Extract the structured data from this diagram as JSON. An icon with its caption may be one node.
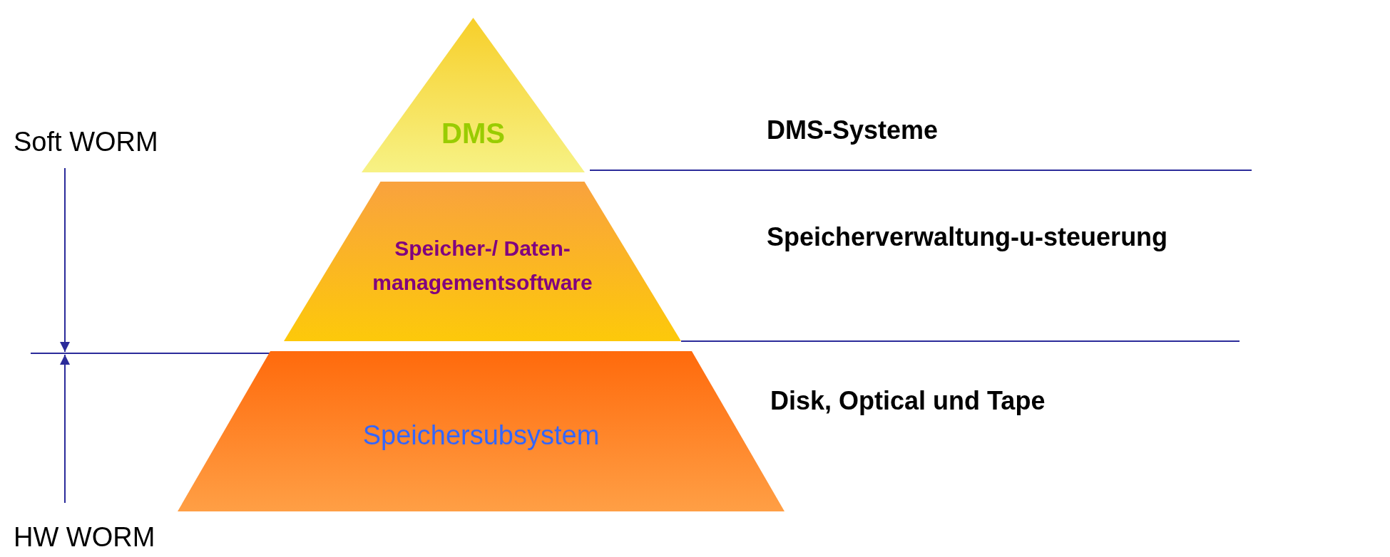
{
  "diagram": {
    "nodes": [
      {
        "text": [
          "DMS"
        ]
      },
      {
        "text": [
          "Speicher-/ Daten-managementsoftware"
        ]
      },
      {
        "text": [
          "Speichersubsystem"
        ]
      }
    ],
    "edges": [],
    "labels": [
      "DMS-Systeme",
      "Soft WORM",
      "Speicherverwaltung-u-steuerung",
      "Disk, Optical und Tape",
      "HW WORM"
    ]
  }
}
